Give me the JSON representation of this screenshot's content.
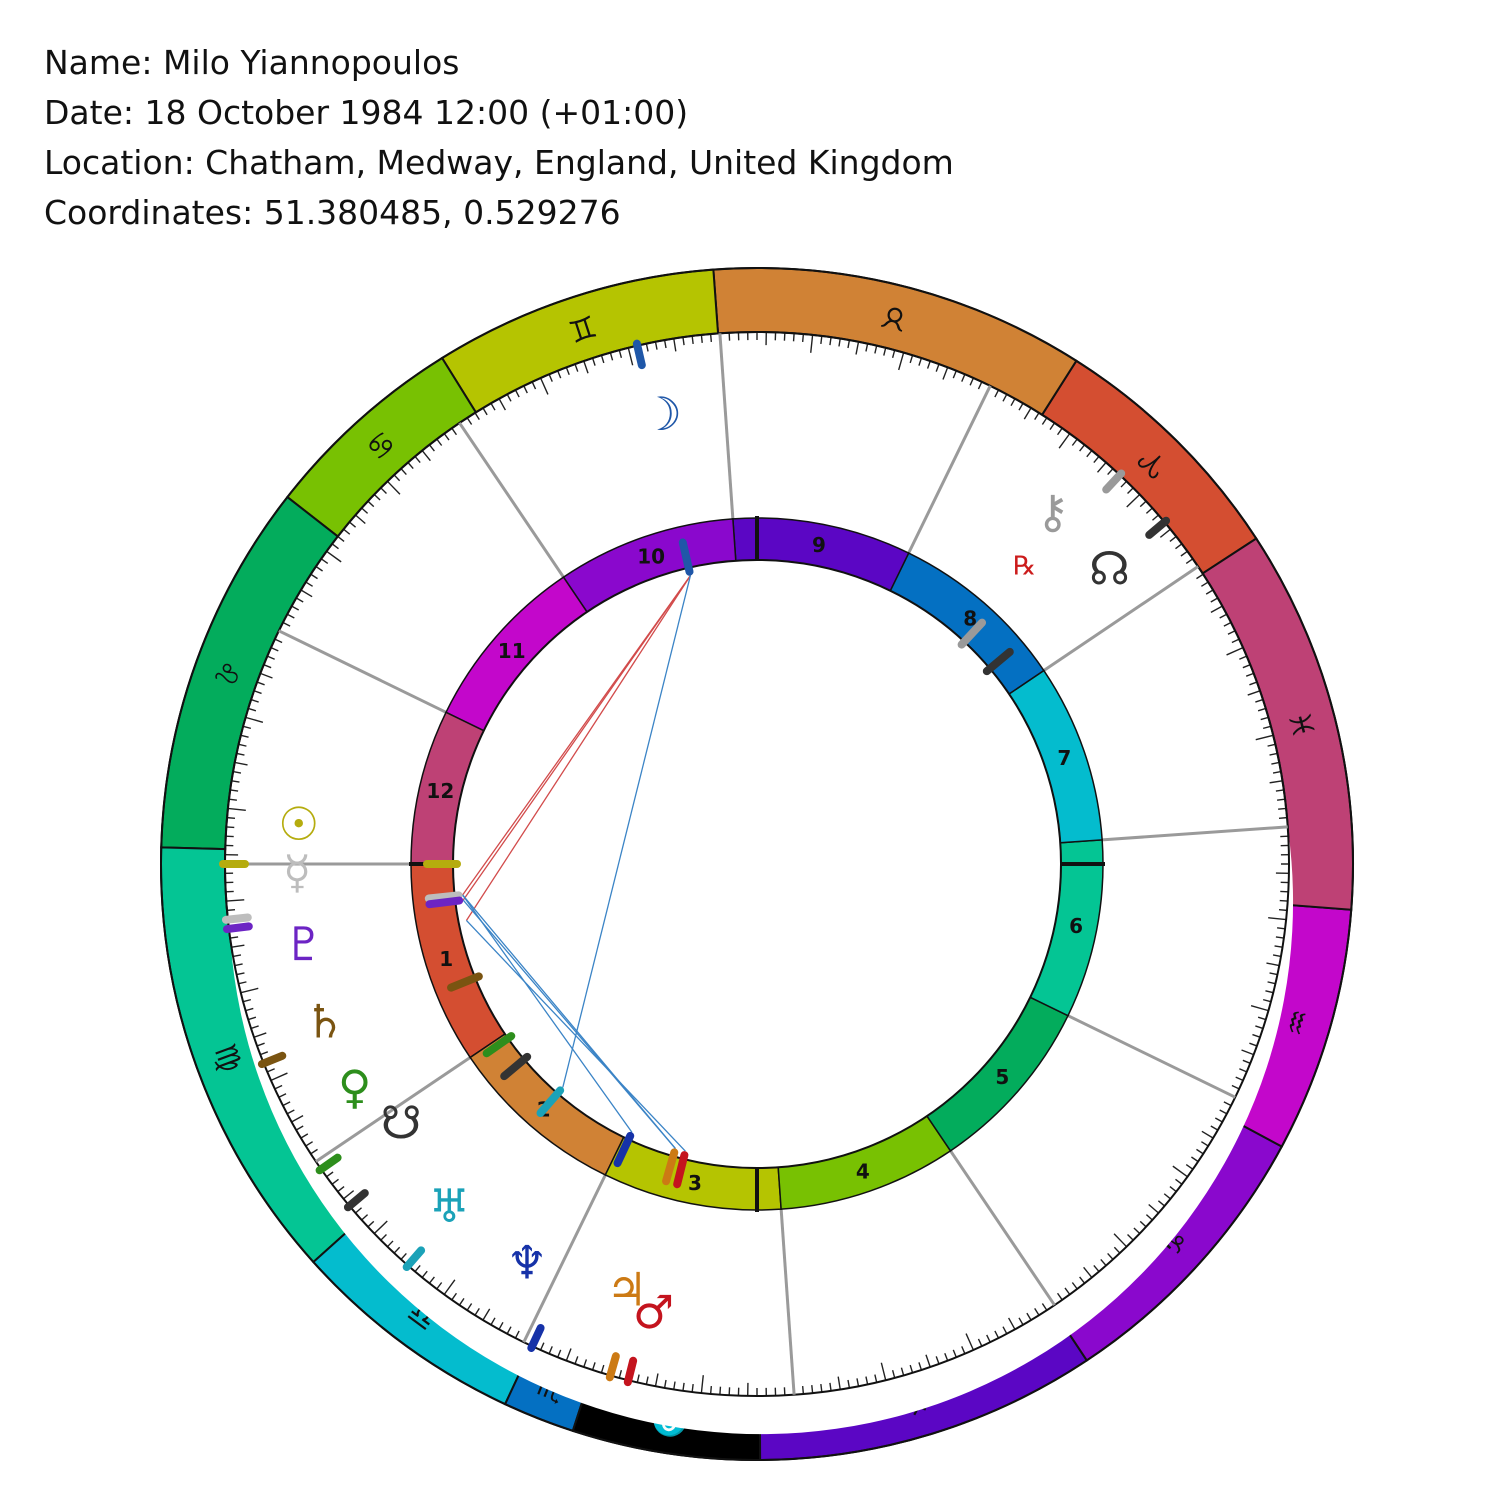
{
  "info": {
    "name": "Name: Milo Yiannopoulos",
    "date": "Date: 18 October 1984 12:00 (+01:00)",
    "location": "Location: Chatham, Medway, England, United Kingdom",
    "coordinates": "Coordinates: 51.380485, 0.529276"
  },
  "wheel": {
    "ascendant_deg": 176,
    "signs": [
      {
        "name": "aries",
        "glyph": "♈",
        "color": "#d44e31"
      },
      {
        "name": "taurus",
        "glyph": "♉",
        "color": "#d08235"
      },
      {
        "name": "gemini",
        "glyph": "♊",
        "color": "#b5c401"
      },
      {
        "name": "cancer",
        "glyph": "♋",
        "color": "#78c102"
      },
      {
        "name": "leo",
        "glyph": "♌",
        "color": "#03ac5c"
      },
      {
        "name": "virgo",
        "glyph": "♍",
        "color": "#04c594"
      },
      {
        "name": "libra",
        "glyph": "♎",
        "color": "#04bcce"
      },
      {
        "name": "scorpio",
        "glyph": "♏",
        "color": "#0470c2"
      },
      {
        "name": "ophiuchus",
        "glyph": "⛎",
        "color": "#000000"
      },
      {
        "name": "sagittarius",
        "glyph": "♐",
        "color": "#5b06c4"
      },
      {
        "name": "capricorn",
        "glyph": "♑",
        "color": "#8a08cd"
      },
      {
        "name": "aquarius",
        "glyph": "♒",
        "color": "#c307cb"
      },
      {
        "name": "pisces",
        "glyph": "♓",
        "color": "#be4175"
      }
    ],
    "sign_boundaries": [
      29.1,
      53.6,
      90.2,
      117.9,
      138.0,
      174.4,
      217.9,
      241.0,
      248.0,
      266.3,
      299.6,
      327.7,
      351.6
    ],
    "houses": [
      {
        "label": "1",
        "start": 176,
        "color": "#d44e31"
      },
      {
        "label": "2",
        "start": 210,
        "color": "#d08235"
      },
      {
        "label": "3",
        "start": 240,
        "color": "#b5c401"
      },
      {
        "label": "4",
        "start": 270,
        "color": "#78c102"
      },
      {
        "label": "5",
        "start": 300,
        "color": "#03ac5c"
      },
      {
        "label": "6",
        "start": 330,
        "color": "#04c594"
      },
      {
        "label": "7",
        "start": 0,
        "color": "#04bcce"
      },
      {
        "label": "8",
        "start": 30,
        "color": "#0470c2"
      },
      {
        "label": "9",
        "start": 60,
        "color": "#5b06c4"
      },
      {
        "label": "10",
        "start": 90,
        "color": "#8a08cd"
      },
      {
        "label": "11",
        "start": 120,
        "color": "#c307cb"
      },
      {
        "label": "12",
        "start": 150,
        "color": "#be4175"
      }
    ],
    "planets": [
      {
        "name": "moon",
        "glyph": "☽",
        "color": "#1f57a8",
        "deg": 99,
        "glyph_deg": 98,
        "glyph_r": 460
      },
      {
        "name": "sun",
        "glyph": "☉",
        "color": "#b5ac0e",
        "deg": 176,
        "glyph_deg": 171,
        "glyph_r": 460
      },
      {
        "name": "mercury",
        "glyph": "☿",
        "color": "#bdbdbd",
        "deg": 182,
        "glyph_deg": 177,
        "glyph_r": 460
      },
      {
        "name": "pluto",
        "glyph": "♇",
        "color": "#6c24c4",
        "deg": 183,
        "glyph_deg": 186,
        "glyph_r": 460
      },
      {
        "name": "saturn",
        "glyph": "♄",
        "color": "#7a5411",
        "deg": 198,
        "glyph_deg": 196,
        "glyph_r": 460
      },
      {
        "name": "venus",
        "glyph": "♀",
        "color": "#2d8e1c",
        "deg": 211,
        "glyph_deg": 205,
        "glyph_r": 460
      },
      {
        "name": "south-node",
        "glyph": "☋",
        "color": "#333333",
        "deg": 216,
        "glyph_deg": 212,
        "glyph_r": 440
      },
      {
        "name": "uranus",
        "glyph": "♅",
        "color": "#1ba2b8",
        "deg": 225,
        "glyph_deg": 224,
        "glyph_r": 460
      },
      {
        "name": "neptune",
        "glyph": "♆",
        "color": "#1632a8",
        "deg": 241,
        "glyph_deg": 236,
        "glyph_r": 460
      },
      {
        "name": "jupiter",
        "glyph": "♃",
        "color": "#cc7a14",
        "deg": 250,
        "glyph_deg": 249,
        "glyph_r": 445
      },
      {
        "name": "mars",
        "glyph": "♂",
        "color": "#c4141e",
        "deg": 252,
        "glyph_deg": 253,
        "glyph_r": 460
      },
      {
        "name": "chiron",
        "glyph": "⚷",
        "color": "#9a9a9a",
        "deg": 43,
        "glyph_deg": 46,
        "glyph_r": 460
      },
      {
        "name": "north-node",
        "glyph": "☊",
        "color": "#333333",
        "deg": 36,
        "glyph_deg": 36,
        "glyph_r": 460
      }
    ],
    "retrograde": {
      "glyph": "℞",
      "color": "#cc1c1c",
      "deg": 44,
      "r": 400
    },
    "aspects": [
      {
        "from": 99,
        "to": 182,
        "color": "#d24b4b"
      },
      {
        "from": 99,
        "to": 183,
        "color": "#d24b4b"
      },
      {
        "from": 99,
        "to": 187,
        "color": "#d24b4b"
      },
      {
        "from": 99,
        "to": 225,
        "color": "#3b84c6"
      },
      {
        "from": 182,
        "to": 241,
        "color": "#3b84c6"
      },
      {
        "from": 182,
        "to": 250,
        "color": "#3b84c6"
      },
      {
        "from": 183,
        "to": 250,
        "color": "#3b84c6"
      },
      {
        "from": 187,
        "to": 252,
        "color": "#3b84c6"
      }
    ]
  }
}
